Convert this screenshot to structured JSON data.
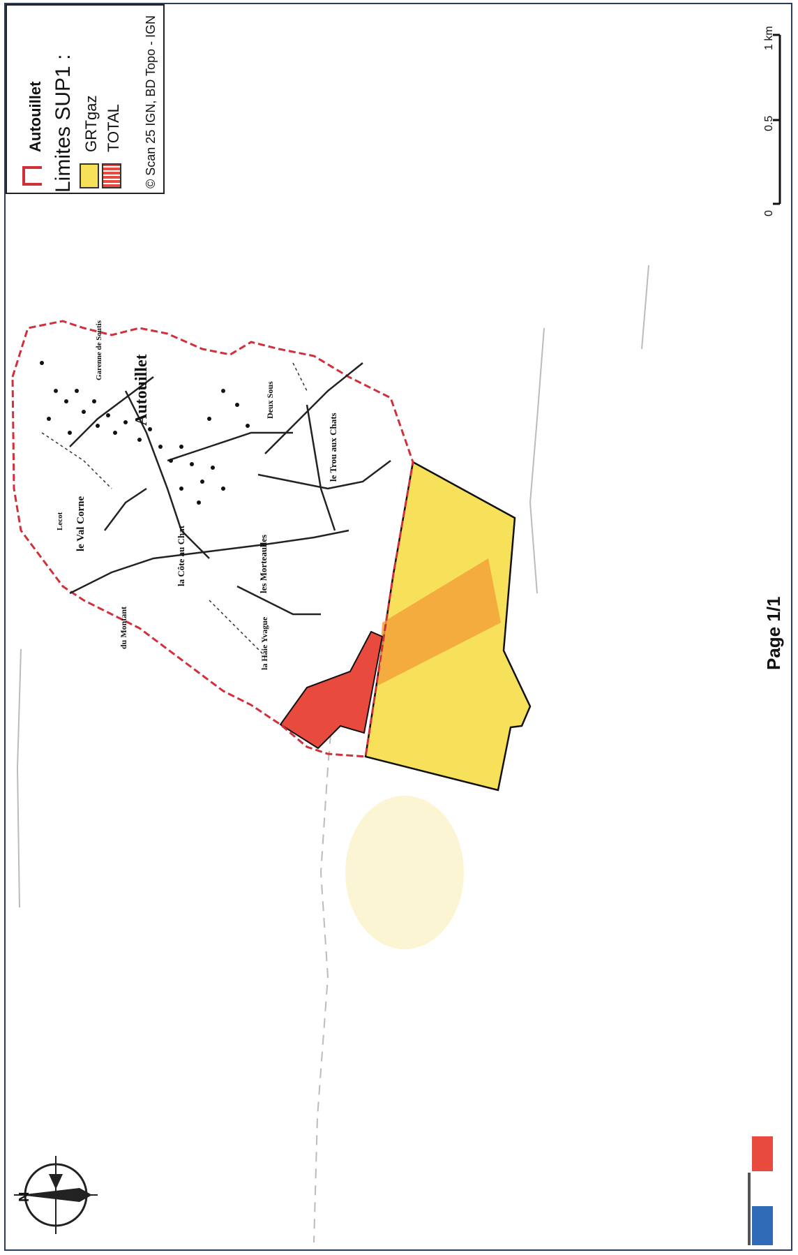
{
  "legend": {
    "commune_label": "Autouillet",
    "title": "Limites SUP1 :",
    "items": [
      {
        "label": "GRTgaz",
        "color": "#f7e15a"
      },
      {
        "label": "TOTAL",
        "color": "#e84a3e"
      }
    ],
    "credit": "© Scan 25 IGN, BD Topo - IGN"
  },
  "scale_bar": {
    "ticks": [
      "0",
      "0.5",
      "1 km"
    ]
  },
  "page_label": "Page 1/1",
  "north_label": "N",
  "place_names": [
    "Autouillet",
    "le Val Corne",
    "la Côte au Chat",
    "les Morteaulles",
    "la Haie Yvague",
    "le Trou aux Chats",
    "Deux Sous",
    "du Montant",
    "Garenne de Soutis",
    "Lecot"
  ],
  "colors": {
    "boundary": "#d0303a",
    "grtgaz_zone": "#f7e15a",
    "grtgaz_band": "#f3a23a",
    "total_zone": "#e84a3e",
    "frame": "#2a3d5a"
  },
  "icons": [
    "compass-rose-icon",
    "ministry-logo-icon"
  ]
}
